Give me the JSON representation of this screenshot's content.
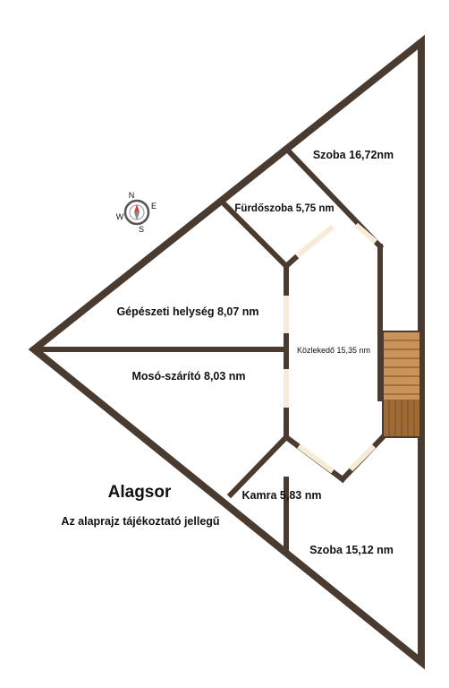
{
  "plan": {
    "title": "Alagsor",
    "note": "Az alaprajz tájékoztató jellegű",
    "rooms": [
      {
        "id": "szoba1",
        "label": "Szoba 16,72nm"
      },
      {
        "id": "furdo",
        "label": "Fürdőszoba 5,75 nm"
      },
      {
        "id": "gepeszeti",
        "label": "Gépészeti helység 8,07 nm"
      },
      {
        "id": "moso",
        "label": "Mosó-szárító 8,03 nm"
      },
      {
        "id": "kozlekedo",
        "label": "Közlekedő 15,35 nm"
      },
      {
        "id": "kamra",
        "label": "Kamra 5,83 nm"
      },
      {
        "id": "szoba2",
        "label": "Szoba 15,12 nm"
      }
    ],
    "compass": {
      "letters": [
        "N",
        "E",
        "S",
        "W"
      ]
    },
    "colors": {
      "wall": "#4a3b30",
      "stair_light": "#c9935a",
      "stair_dark": "#8a5a2c"
    }
  }
}
